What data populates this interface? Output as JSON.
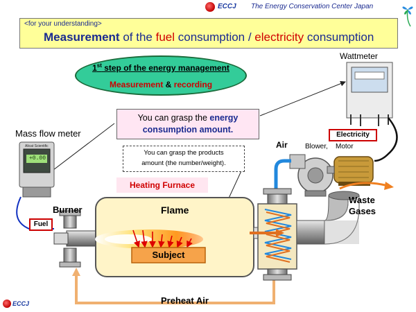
{
  "header": {
    "logo_text": "ECCJ",
    "organization": "The Energy Conservation Center Japan"
  },
  "title": {
    "small": "<for your understanding>",
    "part1": "Measurement",
    "part2": " of the ",
    "part3": "fuel",
    "part4": " consumption / ",
    "part5": "electricity",
    "part6": " consumption"
  },
  "step_oval": {
    "step_num": "1",
    "step_sup": "st",
    "step_rest": " step of the energy management",
    "measure": "Measurement",
    "amp": " & ",
    "recording": "recording"
  },
  "grasp_box": {
    "line1_a": "You can grasp the ",
    "line1_b": "energy",
    "line2": "consumption amount."
  },
  "products_box": {
    "line1": "You can grasp the products",
    "line2": "amount (the number/weight)."
  },
  "labels": {
    "heating_furnace": "Heating Furnace",
    "mass_flow_meter": "Mass flow meter",
    "wattmeter": "Wattmeter",
    "electricity": "Electricity",
    "air": "Air",
    "blower": "Blower,",
    "motor": "Motor",
    "burner": "Burner",
    "fuel": "Fuel",
    "flame": "Flame",
    "subject": "Subject",
    "waste_line1": "Waste",
    "waste_line2": "Gases",
    "preheat_air": "Preheat Air",
    "meter_reading": "+0.00",
    "meter_brand": "Alicat Scientific"
  },
  "footer": {
    "logo_text": "ECCJ"
  },
  "colors": {
    "navy_text": "#1a2a90",
    "red_text": "#cc0000",
    "title_bg": "#ffff99",
    "oval_green": "#33cc99",
    "furnace_fill": "#fff4c8",
    "preheat_arrow": "#f0b070",
    "air_pipe_blue": "#2288dd",
    "waste_arrow": "#f08020"
  }
}
